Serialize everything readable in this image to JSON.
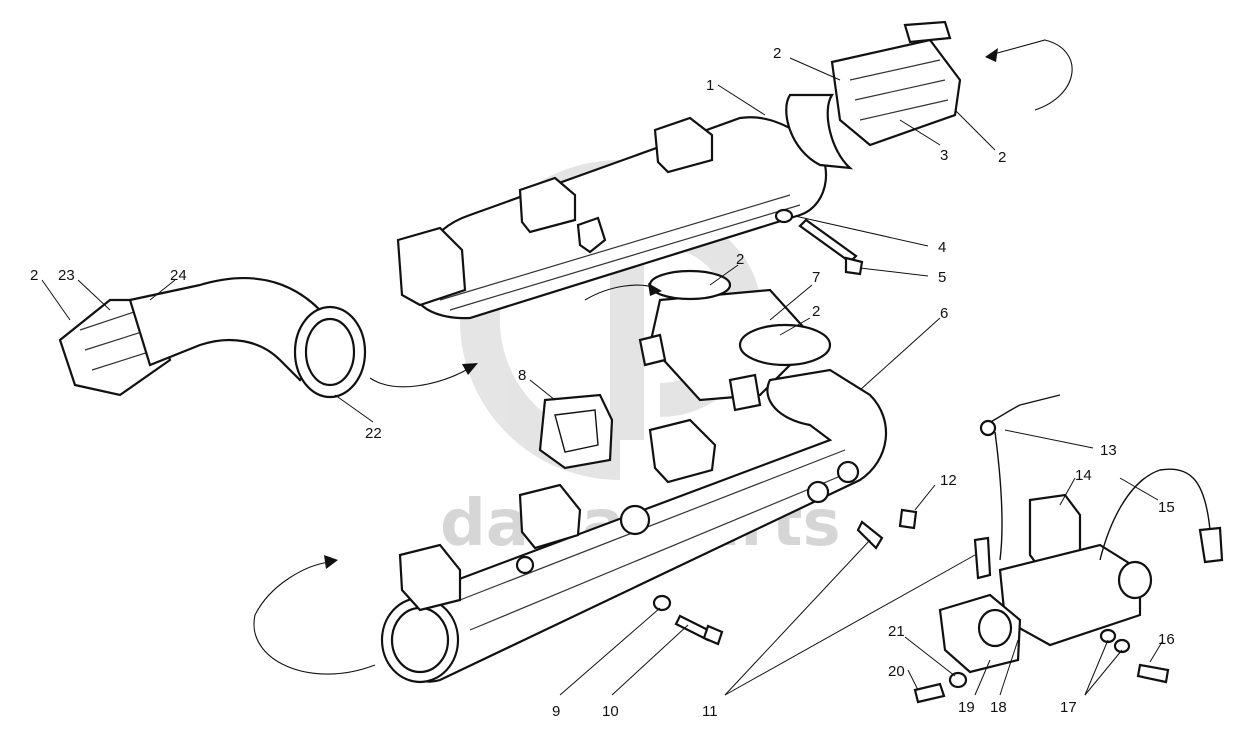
{
  "watermark": {
    "text": "dalta-parts",
    "color": "#d6d6d6"
  },
  "callouts": [
    {
      "id": "c1",
      "label": "1"
    },
    {
      "id": "c2a",
      "label": "2"
    },
    {
      "id": "c3",
      "label": "3"
    },
    {
      "id": "c2b",
      "label": "2"
    },
    {
      "id": "c4",
      "label": "4"
    },
    {
      "id": "c5",
      "label": "5"
    },
    {
      "id": "c2c",
      "label": "2"
    },
    {
      "id": "c7",
      "label": "7"
    },
    {
      "id": "c2d",
      "label": "2"
    },
    {
      "id": "c6",
      "label": "6"
    },
    {
      "id": "c2e",
      "label": "2"
    },
    {
      "id": "c23",
      "label": "23"
    },
    {
      "id": "c24",
      "label": "24"
    },
    {
      "id": "c22",
      "label": "22"
    },
    {
      "id": "c8",
      "label": "8"
    },
    {
      "id": "c12",
      "label": "12"
    },
    {
      "id": "c13",
      "label": "13"
    },
    {
      "id": "c14",
      "label": "14"
    },
    {
      "id": "c15",
      "label": "15"
    },
    {
      "id": "c16",
      "label": "16"
    },
    {
      "id": "c17",
      "label": "17"
    },
    {
      "id": "c18",
      "label": "18"
    },
    {
      "id": "c19",
      "label": "19"
    },
    {
      "id": "c20",
      "label": "20"
    },
    {
      "id": "c21",
      "label": "21"
    },
    {
      "id": "c9",
      "label": "9"
    },
    {
      "id": "c10",
      "label": "10"
    },
    {
      "id": "c11",
      "label": "11"
    }
  ]
}
